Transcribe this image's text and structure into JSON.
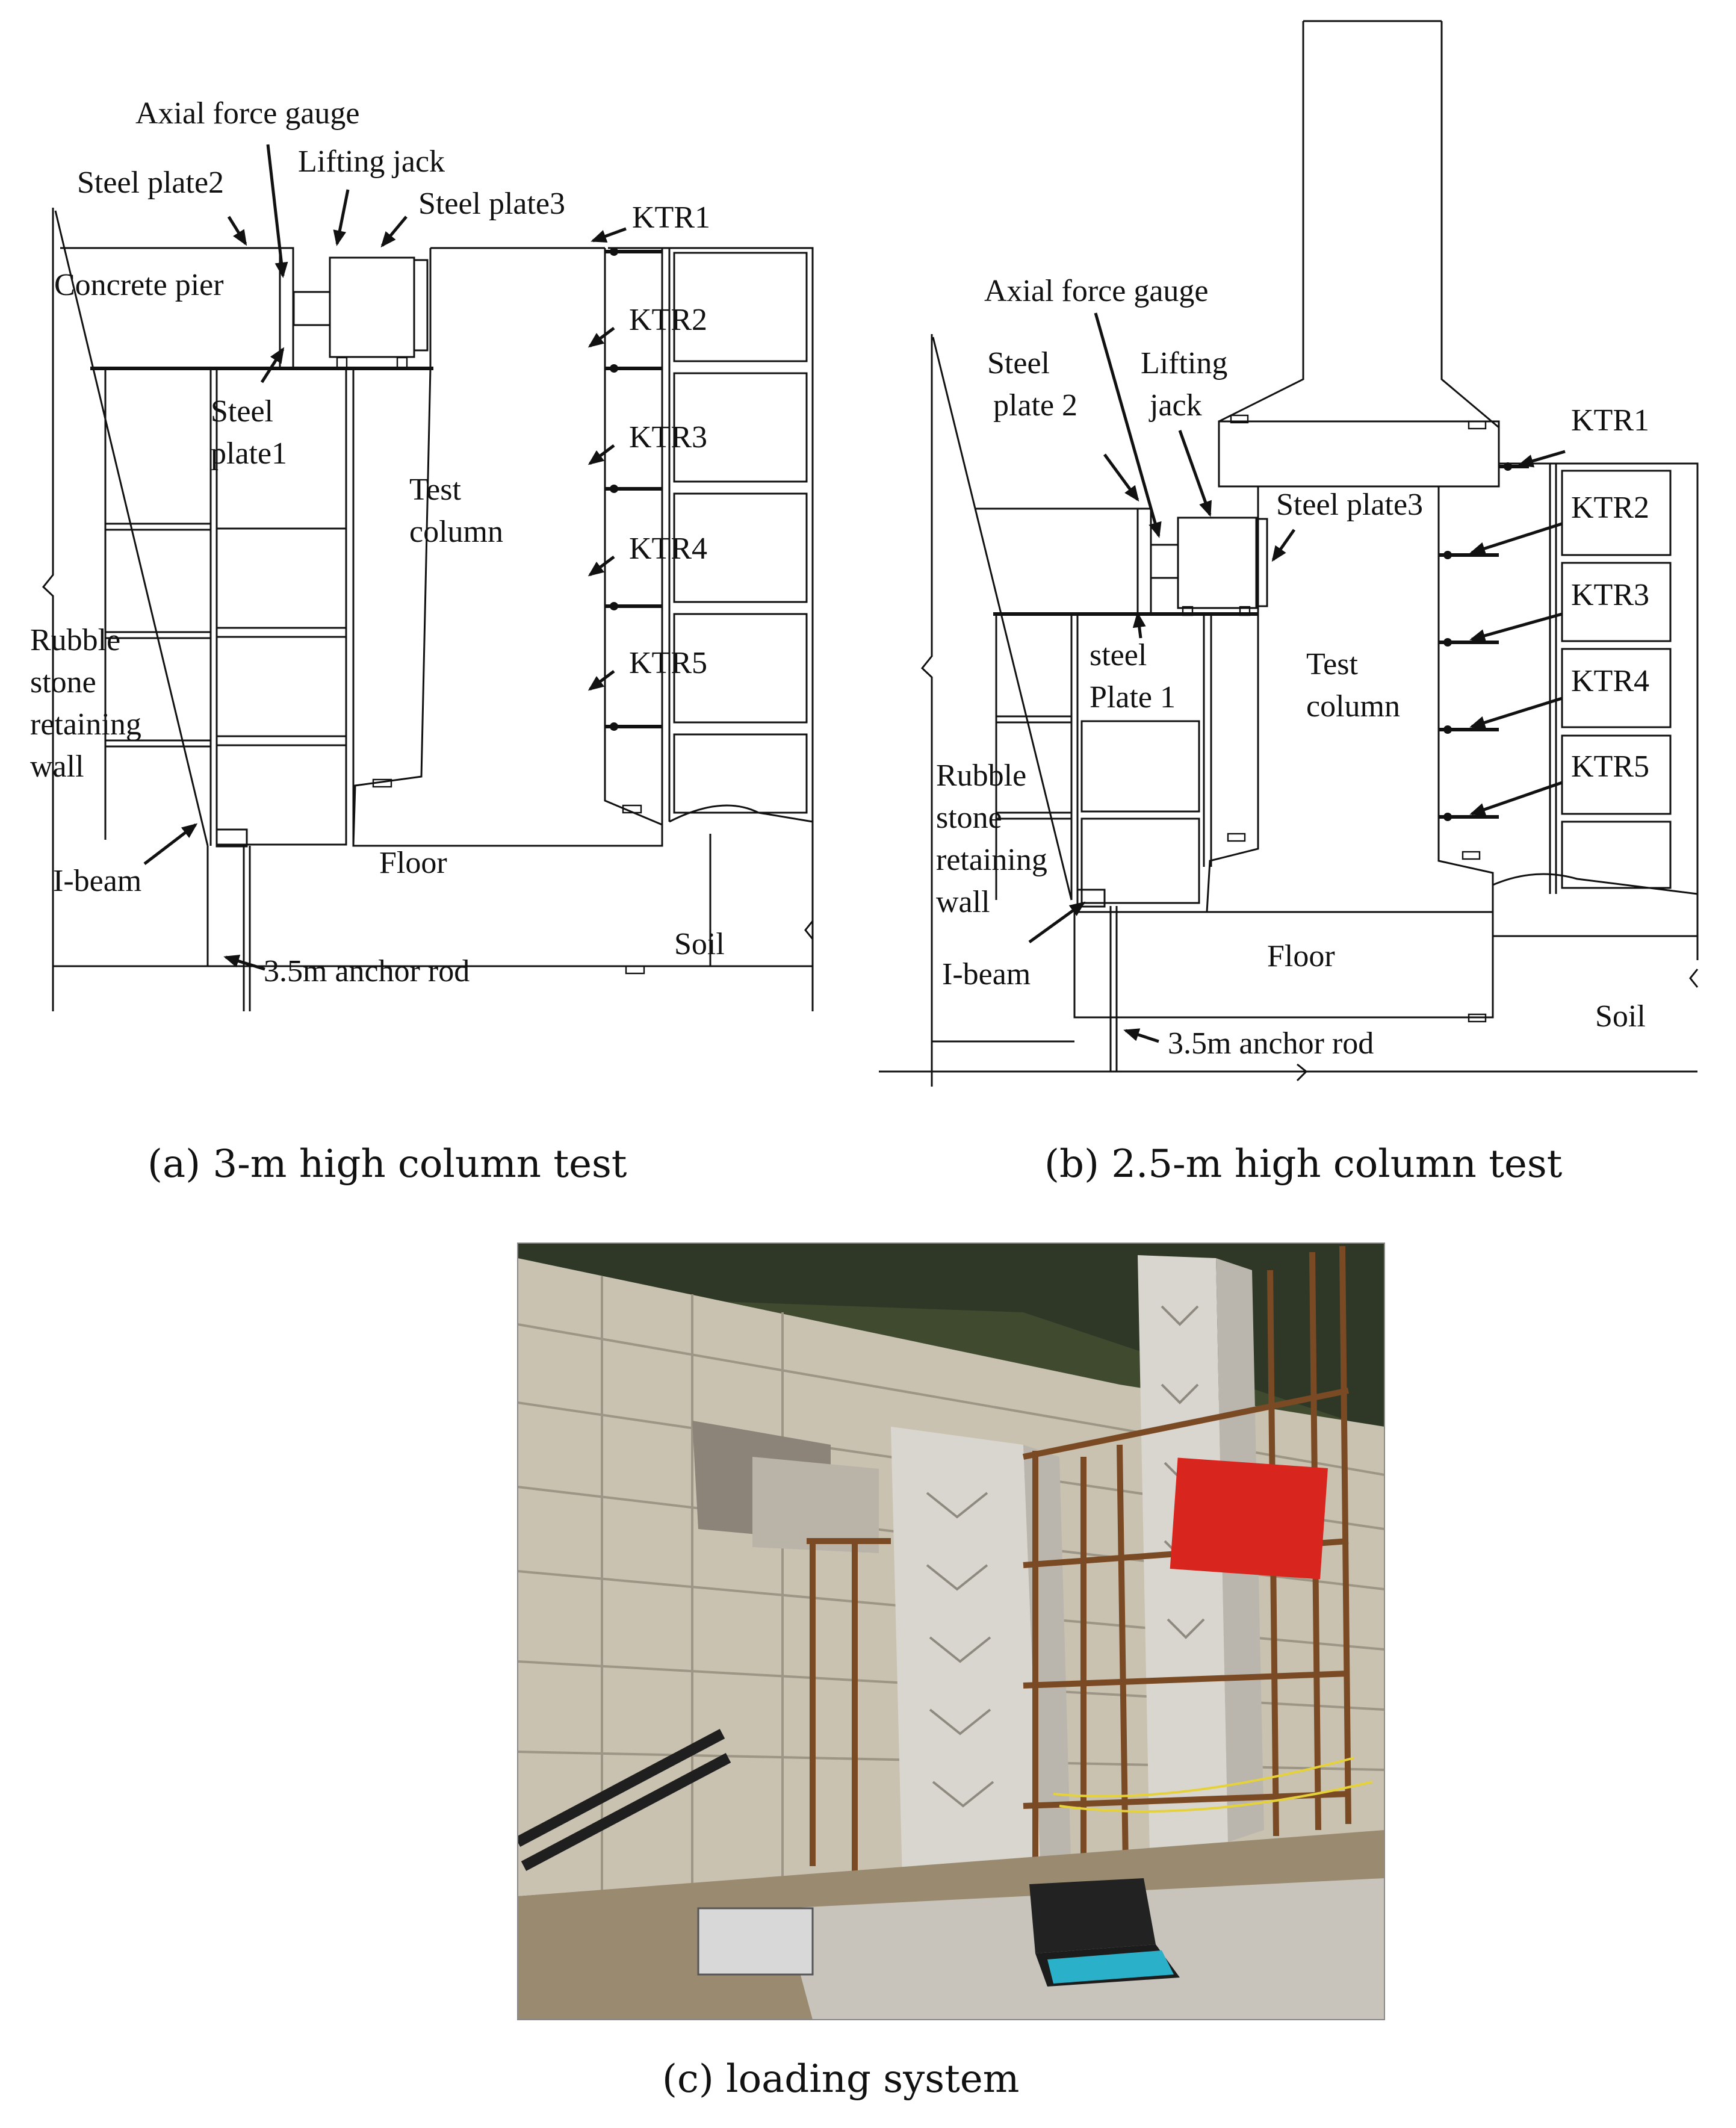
{
  "panel_a": {
    "caption": "(a) 3-m high column test",
    "labels": {
      "axial_force_gauge": "Axial force gauge",
      "steel_plate2": "Steel plate2",
      "lifting_jack": "Lifting jack",
      "steel_plate3": "Steel plate3",
      "concrete_pier": "Concrete pier",
      "steel_plate1_l1": "Steel",
      "steel_plate1_l2": "plate1",
      "test_column_l1": "Test",
      "test_column_l2": "column",
      "rubble_l1": "Rubble",
      "rubble_l2": "stone",
      "rubble_l3": "retaining",
      "rubble_l4": "wall",
      "i_beam": "I-beam",
      "floor": "Floor",
      "soil": "Soil",
      "anchor_rod": "3.5m anchor rod",
      "ktr1": "KTR1",
      "ktr2": "KTR2",
      "ktr3": "KTR3",
      "ktr4": "KTR4",
      "ktr5": "KTR5"
    }
  },
  "panel_b": {
    "caption": "(b) 2.5-m high column test",
    "labels": {
      "axial_force_gauge": "Axial force gauge",
      "steel_plate2_l1": "Steel",
      "steel_plate2_l2": "plate 2",
      "lifting_jack_l1": "Lifting",
      "lifting_jack_l2": "jack",
      "steel_plate3": "Steel plate3",
      "steel_plate1_l1": "steel",
      "steel_plate1_l2": "Plate 1",
      "test_column_l1": "Test",
      "test_column_l2": "column",
      "rubble_l1": "Rubble",
      "rubble_l2": "stone",
      "rubble_l3": "retaining",
      "rubble_l4": "wall",
      "i_beam": "I-beam",
      "floor": "Floor",
      "soil": "Soil",
      "anchor_rod": "3.5m anchor rod",
      "ktr1": "KTR1",
      "ktr2": "KTR2",
      "ktr3": "KTR3",
      "ktr4": "KTR4",
      "ktr5": "KTR5"
    }
  },
  "panel_c": {
    "caption": "(c) loading system",
    "banner_color": "#d8261e",
    "wall_color": "#c9c2b0",
    "column_color": "#d9d6cf",
    "scaffold_color": "#7a4a25",
    "ground_color": "#9a8a70"
  }
}
